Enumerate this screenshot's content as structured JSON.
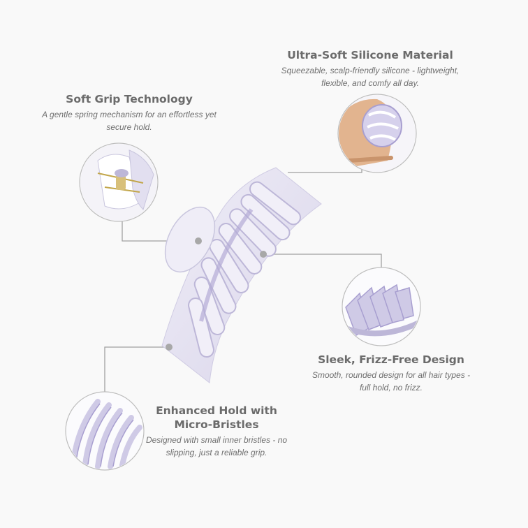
{
  "colors": {
    "background": "#f9f9f9",
    "clip": "#e4e2f0",
    "clip_shade": "#c9c6de",
    "clip_accent": "#a89fd0",
    "connector": "#a0a0a0",
    "heading": "#6b6b6b",
    "body_text": "#6f6f6f"
  },
  "features": {
    "soft_grip": {
      "title": "Soft Grip Technology",
      "description": "A gentle spring mechanism for an effortless yet secure hold."
    },
    "silicone": {
      "title": "Ultra-Soft Silicone Material",
      "description": "Squeezable, scalp-friendly silicone - lightweight, flexible, and comfy all day."
    },
    "sleek": {
      "title": "Sleek, Frizz-Free Design",
      "description": "Smooth, rounded design for all hair types - full hold, no frizz."
    },
    "hold": {
      "title": "Enhanced Hold with Micro-Bristles",
      "description": "Designed with small inner bristles - no slipping, just a reliable grip."
    }
  },
  "icons": {
    "product": "hair-claw-clip",
    "spring_detail": "spring-mechanism-closeup",
    "hand_detail": "hand-squeezing-clip",
    "teeth_detail": "rounded-teeth-closeup",
    "bristle_detail": "micro-bristles-closeup"
  }
}
